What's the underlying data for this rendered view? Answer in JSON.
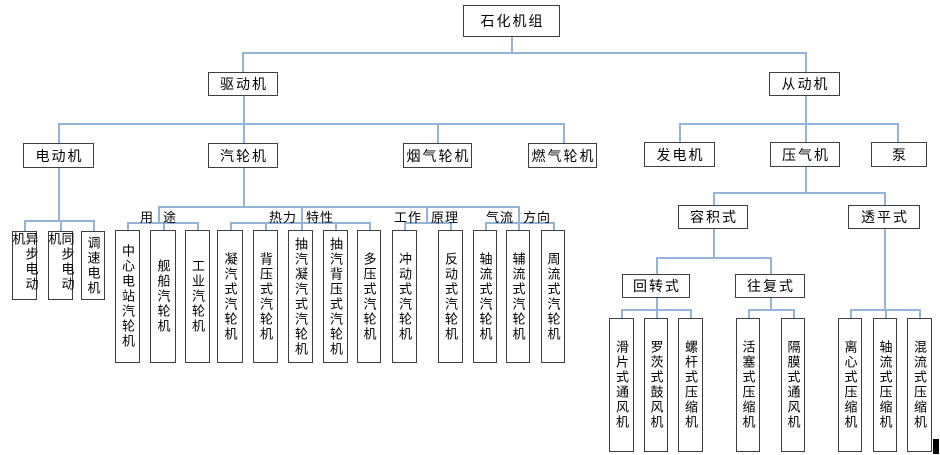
{
  "diagram_title": "石化机组",
  "labels": {
    "root": "石化机组",
    "driver": "驱动机",
    "driven": "从动机",
    "motor": "电动机",
    "steam_turbine": "汽轮机",
    "flue_gas_turbine": "烟气轮机",
    "gas_turbine": "燃气轮机",
    "generator": "发电机",
    "compressor": "压气机",
    "pump": "泵",
    "volumetric": "容积式",
    "turbo": "透平式",
    "rotary": "回转式",
    "reciprocating": "往复式",
    "async_motor": "异步电动机",
    "sync_motor": "同步电动机",
    "speed_motor": "调速电机",
    "central_station_turbine": "中心电站汽轮机",
    "marine_turbine": "舰船汽轮机",
    "industrial_turbine": "工业汽轮机",
    "condensing_turbine": "凝汽式汽轮机",
    "back_pressure_turbine": "背压式汽轮机",
    "extraction_condensing_turbine": "抽汽凝汽式汽轮机",
    "extraction_back_pressure_turbine": "抽汽背压式汽轮机",
    "multi_pressure_turbine": "多压式汽轮机",
    "impulse_turbine": "冲动式汽轮机",
    "reaction_turbine": "反动式汽轮机",
    "axial_flow_turbine": "轴流式汽轮机",
    "radial_flow_turbine": "辅流式汽轮机",
    "peripheral_flow_turbine": "周流式汽轮机",
    "sliding_vane_fan": "滑片式通风机",
    "roots_blower": "罗茨式鼓风机",
    "screw_compressor": "螺杆式压缩机",
    "piston_compressor": "活塞式压缩机",
    "diaphragm_fan": "隔膜式通风机",
    "centrifugal_compressor": "离心式压缩机",
    "axial_flow_compressor": "轴流式压缩机",
    "mixed_flow_compressor": "混流式压缩机"
  },
  "group_labels": {
    "usage": {
      "left": "用",
      "right": "途"
    },
    "thermal": {
      "left": "热力",
      "right": "特性"
    },
    "working": {
      "left": "工作",
      "right": "原理"
    },
    "airflow": {
      "left": "气流",
      "right": "方向"
    }
  },
  "colors": {
    "connector": "#95b3d7",
    "node_border": "#3f3f3f",
    "text": "#000000",
    "background": "#ffffff",
    "cursor_artifact": "#000000"
  }
}
